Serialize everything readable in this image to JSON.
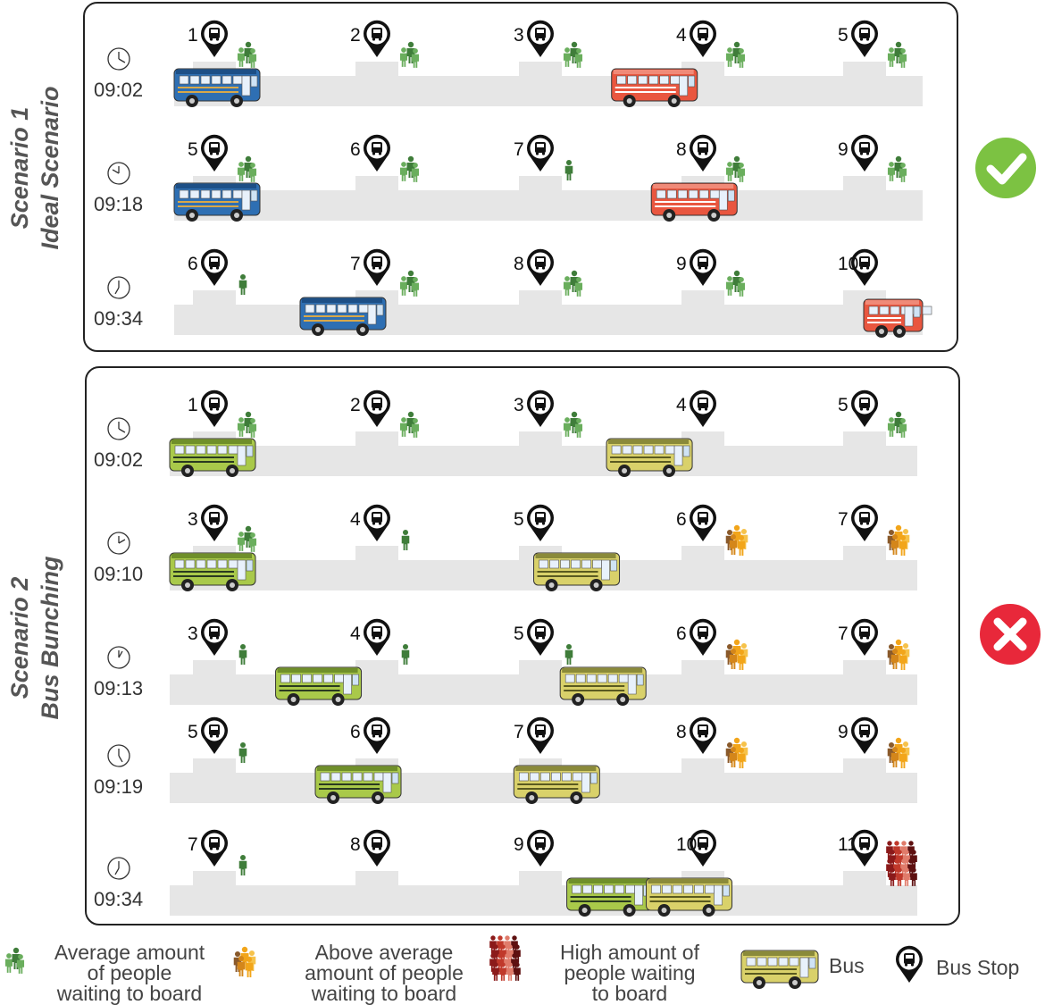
{
  "scenarios": [
    {
      "title": "Scenario 1",
      "subtitle": "Ideal Scenario",
      "status_icon": "check-icon",
      "status_color": "#7cc242",
      "rows": [
        {
          "time": "09:02",
          "stops": [
            "1",
            "2",
            "3",
            "4",
            "5"
          ],
          "crowd": [
            "avg",
            "avg",
            "avg",
            "avg",
            "avg"
          ],
          "buses": [
            {
              "color": "blue",
              "at": 0.0
            },
            {
              "color": "red",
              "at": 0.66
            }
          ]
        },
        {
          "time": "09:18",
          "stops": [
            "5",
            "6",
            "7",
            "8",
            "9"
          ],
          "crowd": [
            "avg",
            "avg",
            "single",
            "avg",
            "avg"
          ],
          "buses": [
            {
              "color": "blue",
              "at": 0.0
            },
            {
              "color": "red",
              "at": 0.72
            }
          ]
        },
        {
          "time": "09:34",
          "stops": [
            "6",
            "7",
            "8",
            "9",
            "10"
          ],
          "crowd": [
            "single",
            "avg",
            "avg",
            "avg",
            "none"
          ],
          "buses": [
            {
              "color": "blue",
              "at": 0.19
            },
            {
              "color": "red-partial",
              "at": 0.93
            }
          ]
        }
      ]
    },
    {
      "title": "Scenario 2",
      "subtitle": "Bus Bunching",
      "status_icon": "cross-icon",
      "status_color": "#e8283a",
      "rows": [
        {
          "time": "09:02",
          "stops": [
            "1",
            "2",
            "3",
            "4",
            "5"
          ],
          "crowd": [
            "avg",
            "avg",
            "avg",
            "none",
            "avg"
          ],
          "buses": [
            {
              "color": "green",
              "at": 0.0
            },
            {
              "color": "yellow",
              "at": 0.66
            }
          ]
        },
        {
          "time": "09:10",
          "stops": [
            "3",
            "4",
            "5",
            "6",
            "7"
          ],
          "crowd": [
            "avg",
            "single",
            "none",
            "above",
            "above"
          ],
          "buses": [
            {
              "color": "green",
              "at": 0.0
            },
            {
              "color": "yellow",
              "at": 0.55
            }
          ]
        },
        {
          "time": "09:13",
          "stops": [
            "3",
            "4",
            "5",
            "6",
            "7"
          ],
          "crowd": [
            "single",
            "single",
            "single",
            "above",
            "above"
          ],
          "buses": [
            {
              "color": "green",
              "at": 0.16
            },
            {
              "color": "yellow",
              "at": 0.59
            }
          ]
        },
        {
          "time": "09:19",
          "stops": [
            "5",
            "6",
            "7",
            "8",
            "9"
          ],
          "crowd": [
            "single",
            "none",
            "none",
            "above",
            "above"
          ],
          "buses": [
            {
              "color": "green",
              "at": 0.22
            },
            {
              "color": "yellow",
              "at": 0.52
            }
          ]
        },
        {
          "time": "09:34",
          "stops": [
            "7",
            "8",
            "9",
            "10",
            "11"
          ],
          "crowd": [
            "single",
            "none",
            "none",
            "none",
            "high"
          ],
          "buses": [
            {
              "color": "green",
              "at": 0.6
            },
            {
              "color": "yellow",
              "at": 0.72
            }
          ]
        }
      ]
    }
  ],
  "legend": {
    "average": "Average amount\nof people\nwaiting to board",
    "above": "Above average\namount of  people\nwaiting to board",
    "high": "High amount of\npeople waiting\nto board",
    "bus": "Bus",
    "stop": "Bus Stop"
  },
  "colors": {
    "road": "#e6e6e6",
    "person_avg": "#3f7d3a",
    "person_avg_light": "#6aae5d",
    "person_above": [
      "#f2a51a",
      "#d4861a",
      "#8a5a2b",
      "#f6c24a"
    ],
    "person_high": [
      "#8b1a1a",
      "#c0392b",
      "#e07b6a",
      "#5e1010"
    ],
    "bus_blue": "#2e75b6",
    "bus_red": "#e8573f",
    "bus_green": "#a9c94a",
    "bus_yellow": "#d9d16a"
  }
}
